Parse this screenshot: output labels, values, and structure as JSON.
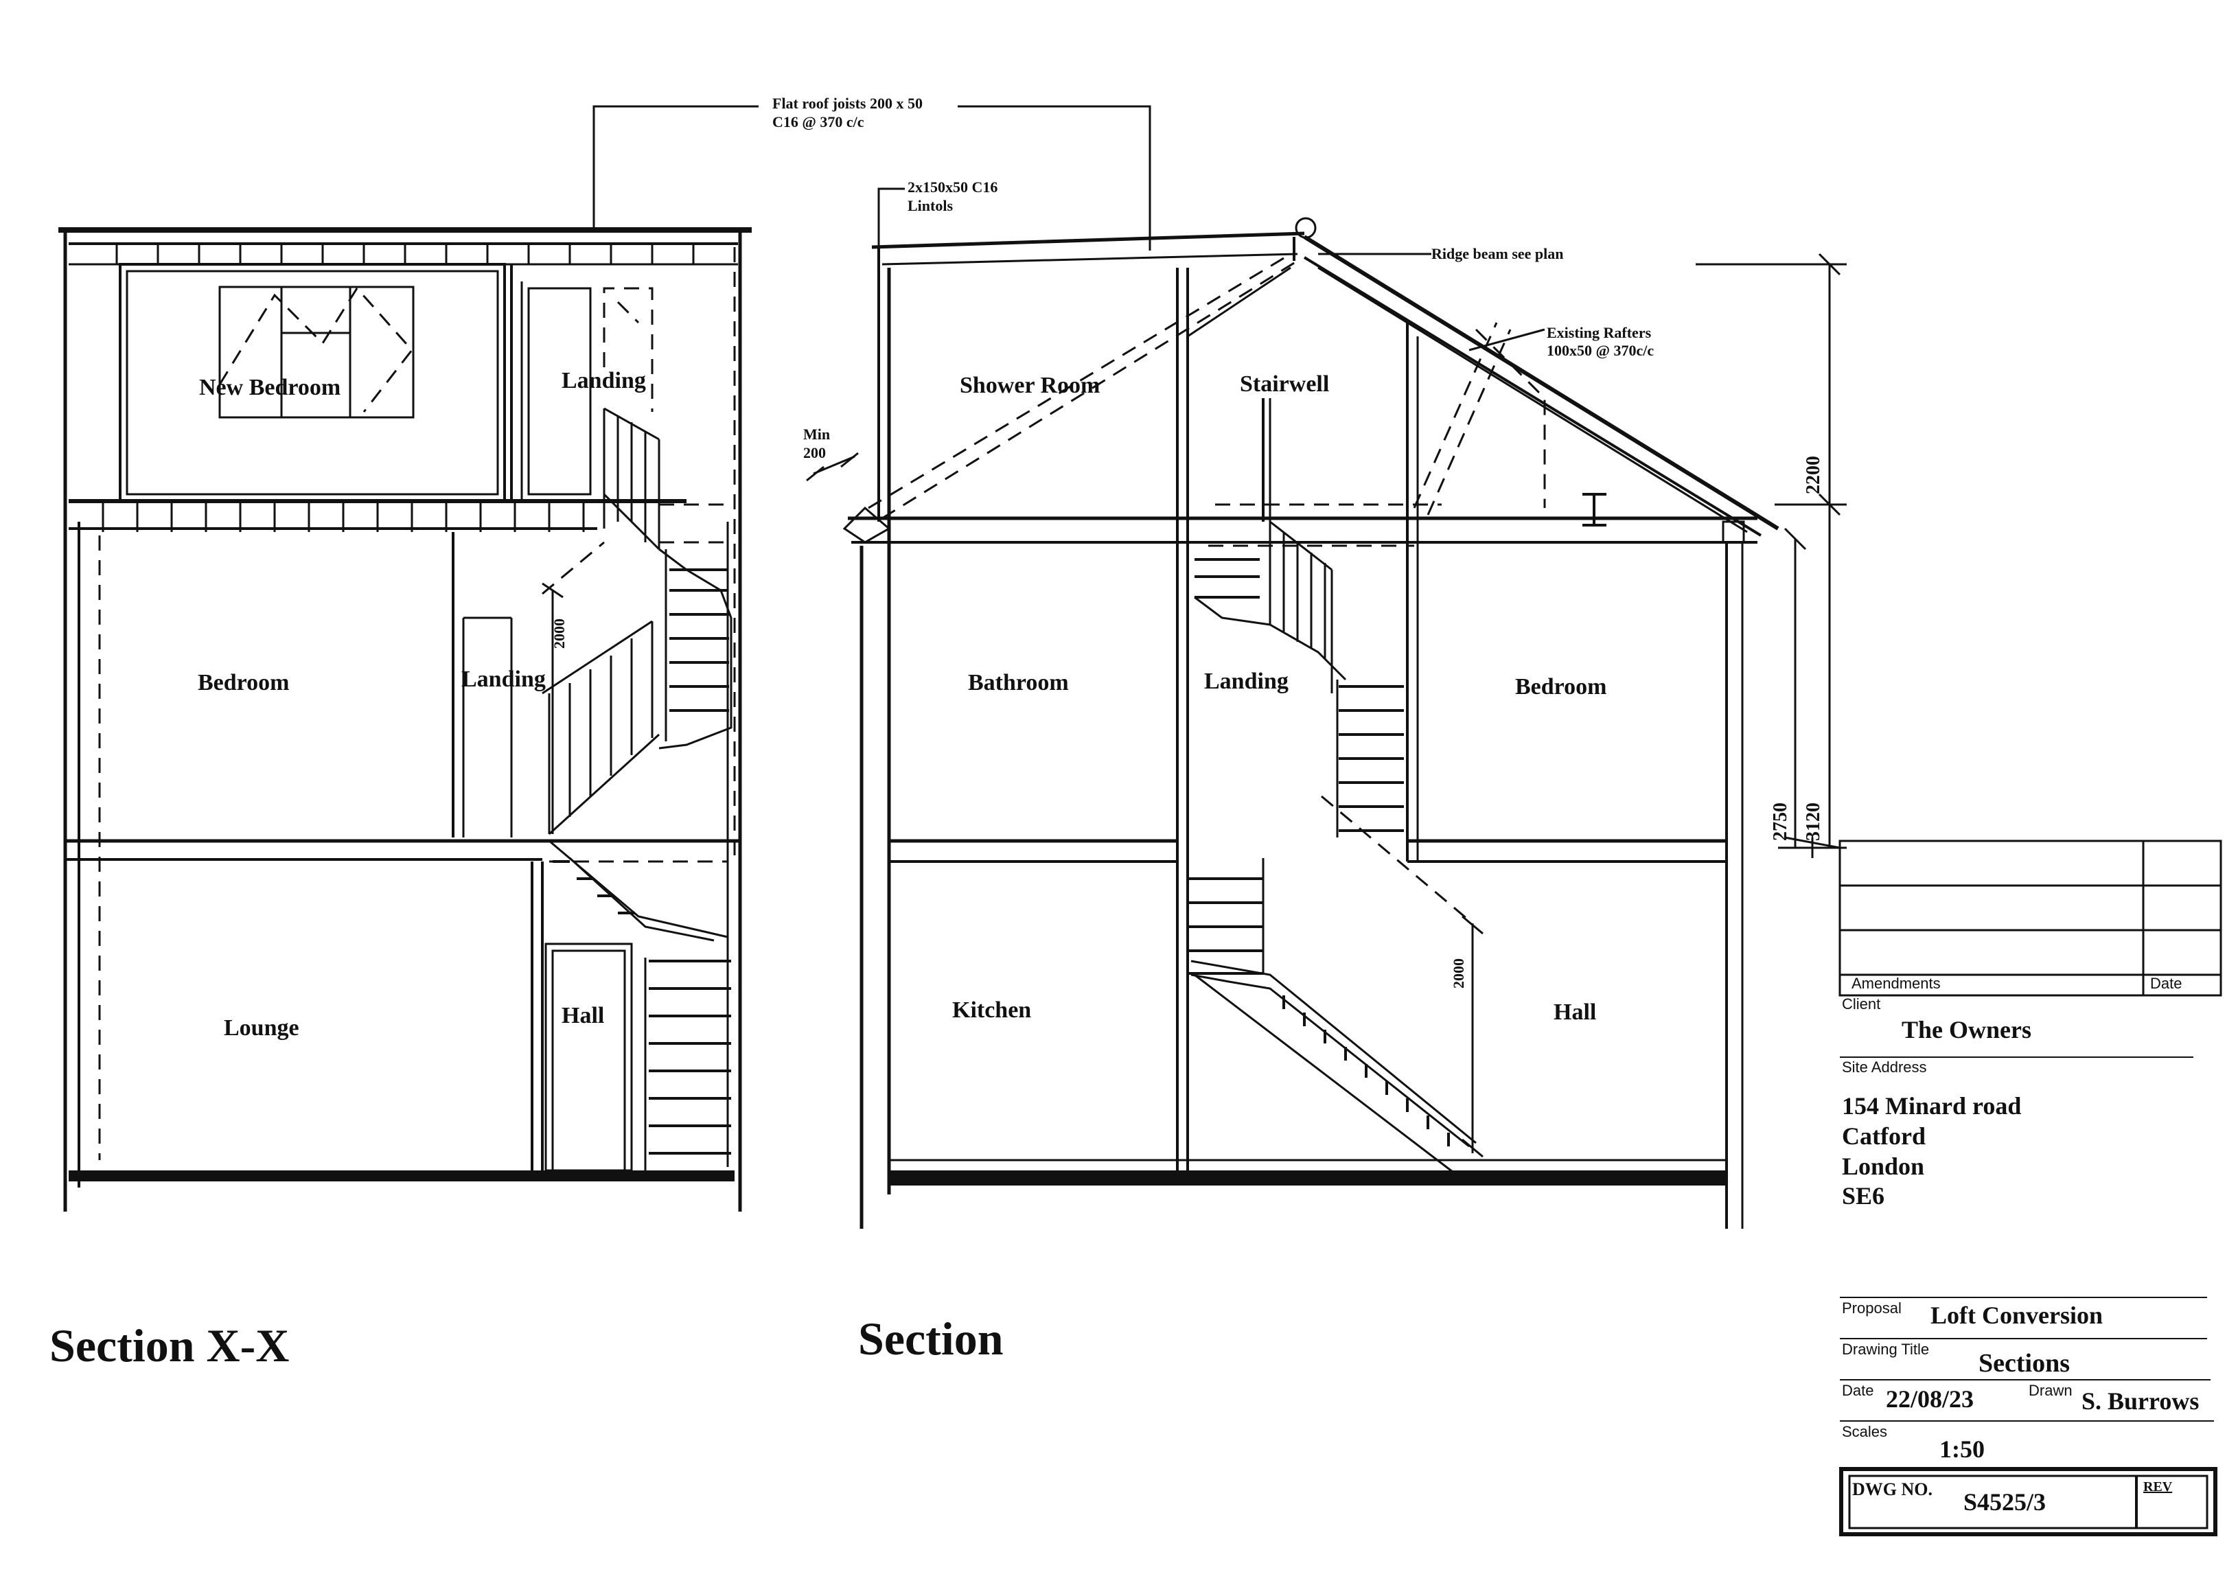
{
  "drawing": {
    "section_xx": {
      "title": "Section X-X",
      "rooms": {
        "new_bedroom": "New Bedroom",
        "landing_top": "Landing",
        "bedroom": "Bedroom",
        "landing_mid": "Landing",
        "lounge": "Lounge",
        "hall": "Hall"
      },
      "dim_stair": "2000"
    },
    "section": {
      "title": "Section",
      "rooms": {
        "shower_room": "Shower Room",
        "stairwell": "Stairwell",
        "bathroom": "Bathroom",
        "landing": "Landing",
        "bedroom": "Bedroom",
        "kitchen": "Kitchen",
        "hall": "Hall"
      },
      "dim_stair": "2000"
    },
    "notes": {
      "flat_roof_1": "Flat roof joists 200 x 50",
      "flat_roof_2": "C16 @ 370 c/c",
      "lintols_1": "2x150x50 C16",
      "lintols_2": "Lintols",
      "ridge": "Ridge beam see plan",
      "rafters_1": "Existing Rafters",
      "rafters_2": "100x50 @ 370c/c",
      "min_1": "Min",
      "min_2": "200"
    },
    "dimensions": {
      "upper": "2200",
      "lower_a": "2750",
      "lower_b": "3120"
    }
  },
  "title_block": {
    "amendments_label": "Amendments",
    "date_col_label": "Date",
    "client_label": "Client",
    "client": "The Owners",
    "site_address_label": "Site Address",
    "address": [
      "154 Minard road",
      "Catford",
      "London",
      "SE6"
    ],
    "proposal_label": "Proposal",
    "proposal": "Loft Conversion",
    "drawing_title_label": "Drawing Title",
    "drawing_title": "Sections",
    "date_label": "Date",
    "date": "22/08/23",
    "drawn_label": "Drawn",
    "drawn": "S. Burrows",
    "scales_label": "Scales",
    "scale": "1:50",
    "dwg_no_label": "DWG NO.",
    "dwg_no": "S4525/3",
    "rev_label": "REV"
  }
}
